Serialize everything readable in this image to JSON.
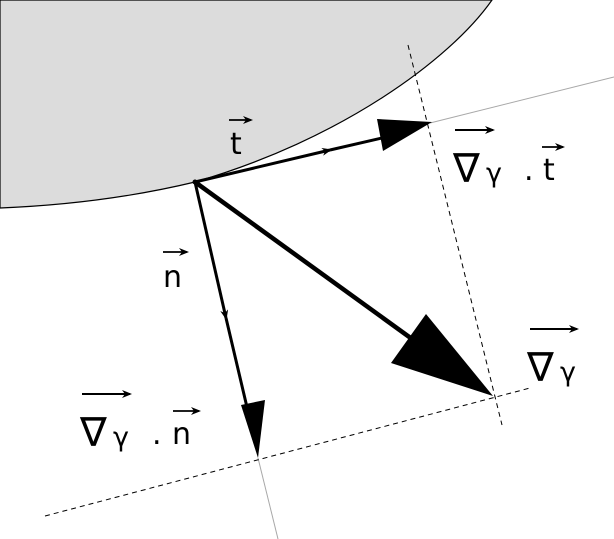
{
  "labels": {
    "t_vec": "t",
    "n_vec": "n",
    "grad": "∇",
    "grad_sub": "γ",
    "dot": ".",
    "grad_dot_t_vec": "t",
    "grad_dot_n_vec": "n"
  },
  "colors": {
    "region_fill": "#dcdcdc",
    "stroke": "#000000",
    "thin_line": "#a8a8a8"
  }
}
